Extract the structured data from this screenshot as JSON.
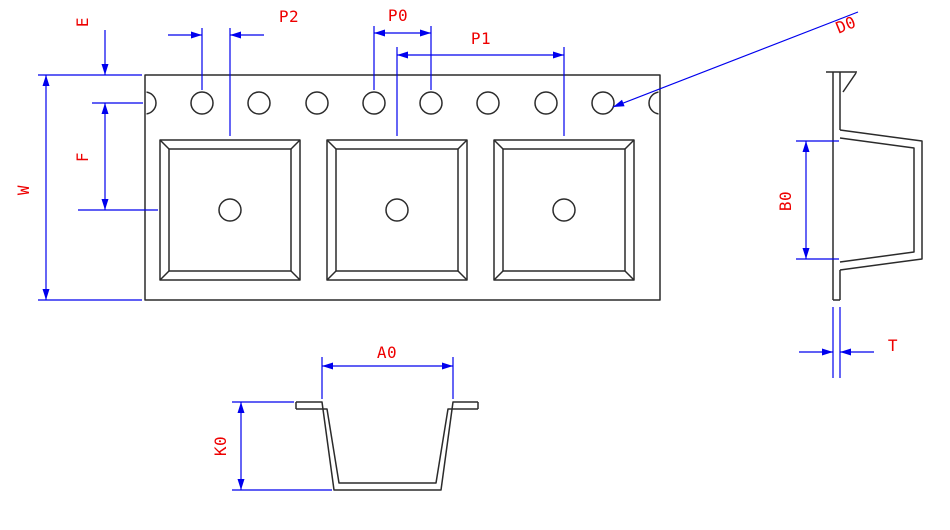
{
  "drawing": {
    "labels": {
      "w": "W",
      "e": "E",
      "f": "F",
      "p2": "P2",
      "p0": "P0",
      "p1": "P1",
      "d0": "D0",
      "b0": "B0",
      "t": "T",
      "a0": "A0",
      "k0": "K0"
    },
    "tape_top_view": {
      "sprocket_hole_count": 8,
      "pocket_count": 3
    }
  },
  "colors": {
    "dim": "#0000ee",
    "label": "#ee0000",
    "outline": "#2b2b2b",
    "bg": "#ffffff"
  }
}
